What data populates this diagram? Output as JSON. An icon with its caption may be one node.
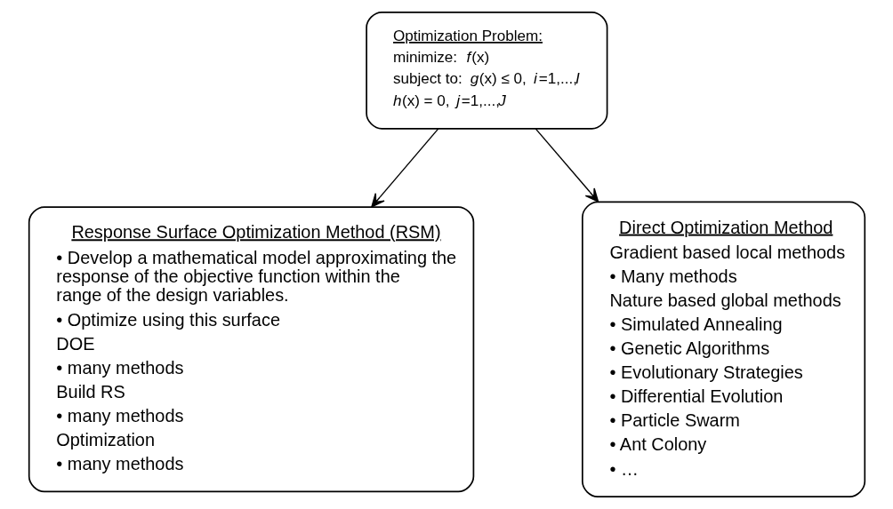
{
  "diagram": {
    "nodes": [
      {
        "text": [
          "Optimization Problem:",
          "minimize:  *f*(x)",
          "subject to:  *g*(x) ≤ 0,  *i*=1,...,*I*",
          "*h*(x) = 0,  *j*=1,...,*J*"
        ]
      },
      {
        "text": [
          "Response Surface Optimization Method (RSM)",
          "• Develop a mathematical model approximating the response of the objective function within the range of the design variables.",
          "• Optimize using this surface",
          "DOE",
          "• many methods",
          "Build RS",
          "• many methods",
          "Optimization",
          "• many methods"
        ]
      },
      {
        "text": [
          "Direct Optimization Method",
          "Gradient based local methods",
          "• Many methods",
          "Nature based global methods",
          "• Simulated Annealing",
          "• Genetic Algorithms",
          "• Evolutionary Strategies",
          "• Differential Evolution",
          "• Particle Swarm",
          "• Ant Colony",
          "• …"
        ]
      }
    ],
    "edges": [
      {
        "from": 0,
        "to": 1,
        "arrow": "to"
      },
      {
        "from": 0,
        "to": 2,
        "arrow": "to"
      }
    ]
  }
}
